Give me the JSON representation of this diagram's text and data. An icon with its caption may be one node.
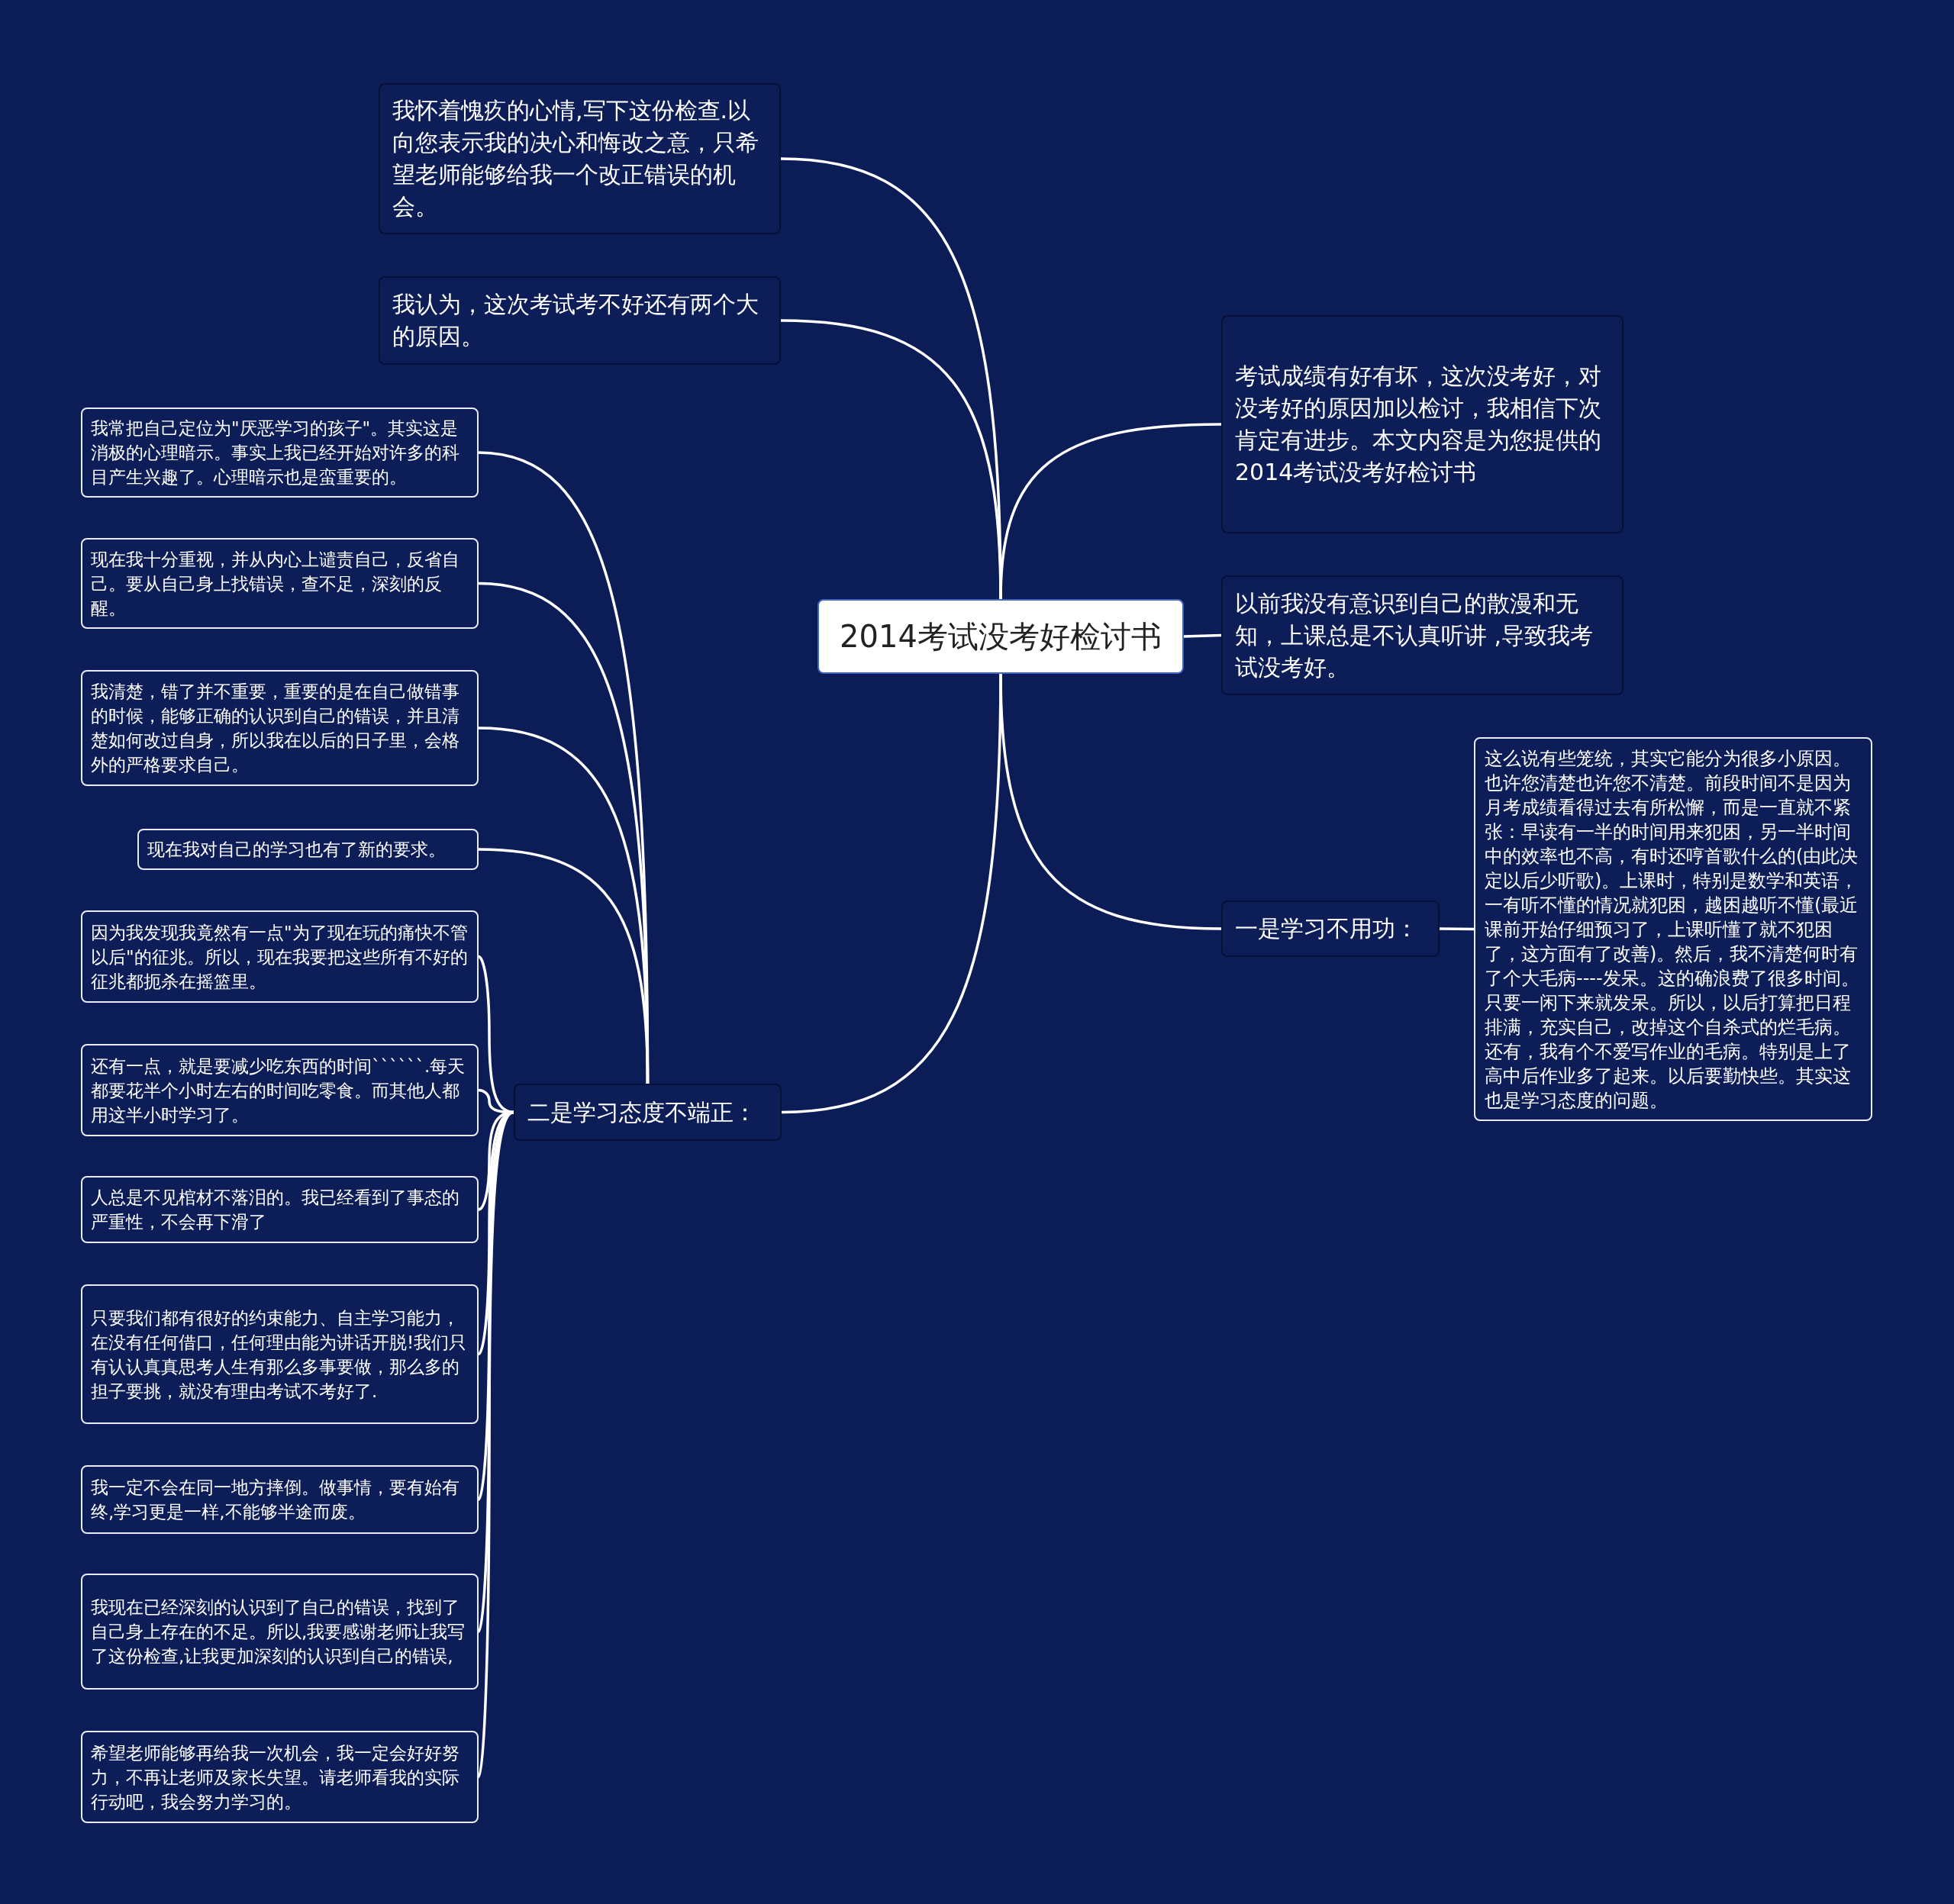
{
  "diagram": {
    "nodes": [
      {
        "text": [
          "2014考试没考好检讨书"
        ]
      },
      {
        "text": [
          "我怀着愧疚的心情,写下这份检查.以向您表示我的决心和悔改之意，只希望老师能够给我一个改正错误的机会。"
        ]
      },
      {
        "text": [
          "我认为，这次考试考不好还有两个大的原因。"
        ]
      },
      {
        "text": [
          "考试成绩有好有坏，这次没考好，对没考好的原因加以检讨，我相信下次肯定有进步。本文内容是为您提供的2014考试没考好检讨书"
        ]
      },
      {
        "text": [
          "以前我没有意识到自己的散漫和无知，上课总是不认真听讲 ,导致我考试没考好。"
        ]
      },
      {
        "text": [
          "一是学习不用功："
        ]
      },
      {
        "text": [
          "这么说有些笼统，其实它能分为很多小原因。也许您清楚也许您不清楚。前段时间不是因为月考成绩看得过去有所松懈，而是一直就不紧张：早读有一半的时间用来犯困，另一半时间中的效率也不高，有时还哼首歌什么的(由此决定以后少听歌)。上课时，特别是数学和英语，一有听不懂的情况就犯困，越困越听不懂(最近课前开始仔细预习了，上课听懂了就不犯困了，这方面有了改善)。然后，我不清楚何时有了个大毛病----发呆。这的确浪费了很多时间。只要一闲下来就发呆。所以，以后打算把日程排满，充实自己，改掉这个自杀式的烂毛病。还有，我有个不爱写作业的毛病。特别是上了高中后作业多了起来。以后要勤快些。其实这也是学习态度的问题。"
        ]
      },
      {
        "text": [
          "二是学习态度不端正："
        ]
      },
      {
        "text": [
          "我常把自己定位为\"厌恶学习的孩子\"。其实这是消极的心理暗示。事实上我已经开始对许多的科目产生兴趣了。心理暗示也是蛮重要的。"
        ]
      },
      {
        "text": [
          "现在我十分重视，并从内心上谴责自己，反省自己。要从自己身上找错误，查不足，深刻的反醒。"
        ]
      },
      {
        "text": [
          "我清楚，错了并不重要，重要的是在自己做错事的时候，能够正确的认识到自己的错误，并且清楚如何改过自身，所以我在以后的日子里，会格外的严格要求自己。"
        ]
      },
      {
        "text": [
          "现在我对自己的学习也有了新的要求。"
        ]
      },
      {
        "text": [
          "因为我发现我竟然有一点\"为了现在玩的痛快不管以后\"的征兆。所以，现在我要把这些所有不好的征兆都扼杀在摇篮里。"
        ]
      },
      {
        "text": [
          "还有一点，就是要减少吃东西的时间``````.每天都要花半个小时左右的时间吃零食。而其他人都用这半小时学习了。"
        ]
      },
      {
        "text": [
          "人总是不见棺材不落泪的。我已经看到了事态的严重性，不会再下滑了"
        ]
      },
      {
        "text": [
          "只要我们都有很好的约束能力、自主学习能力，在没有任何借口，任何理由能为讲话开脱!我们只有认认真真思考人生有那么多事要做，那么多的担子要挑，就没有理由考试不考好了."
        ]
      },
      {
        "text": [
          "我一定不会在同一地方摔倒。做事情，要有始有终,学习更是一样,不能够半途而废。"
        ]
      },
      {
        "text": [
          "我现在已经深刻的认识到了自己的错误，找到了自己身上存在的不足。所以,我要感谢老师让我写了这份检查,让我更加深刻的认识到自己的错误,"
        ]
      },
      {
        "text": [
          "希望老师能够再给我一次机会，我一定会好好努力，不再让老师及家长失望。请老师看我的实际行动吧，我会努力学习的。"
        ]
      }
    ],
    "edges": [
      {
        "from": 0,
        "to": 1,
        "arrow": "none"
      },
      {
        "from": 0,
        "to": 2,
        "arrow": "none"
      },
      {
        "from": 0,
        "to": 3,
        "arrow": "none"
      },
      {
        "from": 0,
        "to": 4,
        "arrow": "none"
      },
      {
        "from": 0,
        "to": 5,
        "arrow": "none"
      },
      {
        "from": 5,
        "to": 6,
        "arrow": "none"
      },
      {
        "from": 0,
        "to": 7,
        "arrow": "none"
      },
      {
        "from": 7,
        "to": 8,
        "arrow": "none"
      },
      {
        "from": 7,
        "to": 9,
        "arrow": "none"
      },
      {
        "from": 7,
        "to": 10,
        "arrow": "none"
      },
      {
        "from": 7,
        "to": 11,
        "arrow": "none"
      },
      {
        "from": 7,
        "to": 12,
        "arrow": "none"
      },
      {
        "from": 7,
        "to": 13,
        "arrow": "none"
      },
      {
        "from": 7,
        "to": 14,
        "arrow": "none"
      },
      {
        "from": 7,
        "to": 15,
        "arrow": "none"
      },
      {
        "from": 7,
        "to": 16,
        "arrow": "none"
      },
      {
        "from": 7,
        "to": 17,
        "arrow": "none"
      },
      {
        "from": 7,
        "to": 18,
        "arrow": "none"
      }
    ]
  }
}
